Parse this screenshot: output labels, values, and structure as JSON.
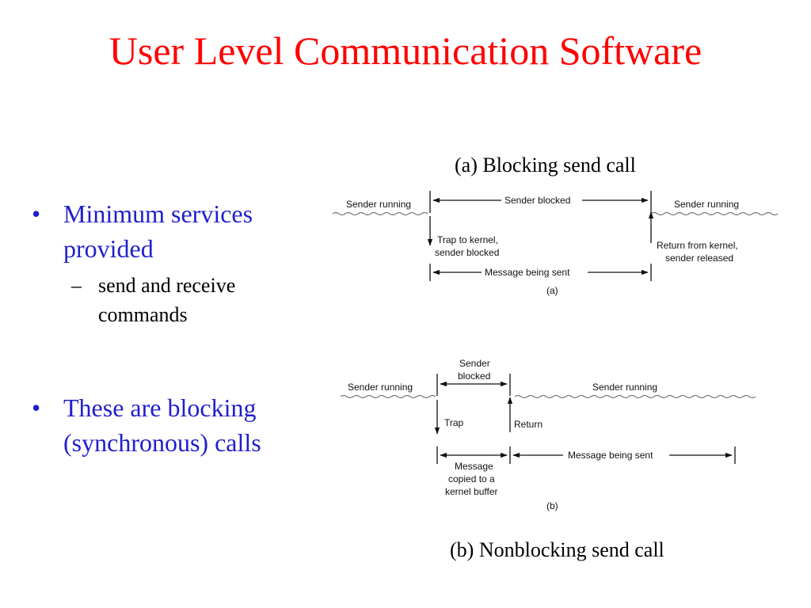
{
  "slide": {
    "title": "User Level Communication Software",
    "bullets": [
      {
        "text": "Minimum services provided",
        "sub": [
          "send and receive commands"
        ]
      },
      {
        "text": "These are blocking (synchronous) calls",
        "sub": []
      }
    ],
    "bullet_color": "#1f1fcc",
    "title_color": "#ff0000"
  },
  "diagram_a": {
    "caption": "(a) Blocking send call",
    "sender_running_left": "Sender running",
    "sender_blocked": "Sender blocked",
    "sender_running_right": "Sender running",
    "trap_line1": "Trap to kernel,",
    "trap_line2": "sender blocked",
    "return_line1": "Return from kernel,",
    "return_line2": "sender released",
    "message": "Message being sent",
    "tag": "(a)"
  },
  "diagram_b": {
    "caption": "(b) Nonblocking send call",
    "sender_running_left": "Sender running",
    "blocked_line1": "Sender",
    "blocked_line2": "blocked",
    "sender_running_right": "Sender running",
    "trap": "Trap",
    "return": "Return",
    "copy_line1": "Message",
    "copy_line2": "copied to a",
    "copy_line3": "kernel buffer",
    "message": "Message being sent",
    "tag": "(b)"
  }
}
